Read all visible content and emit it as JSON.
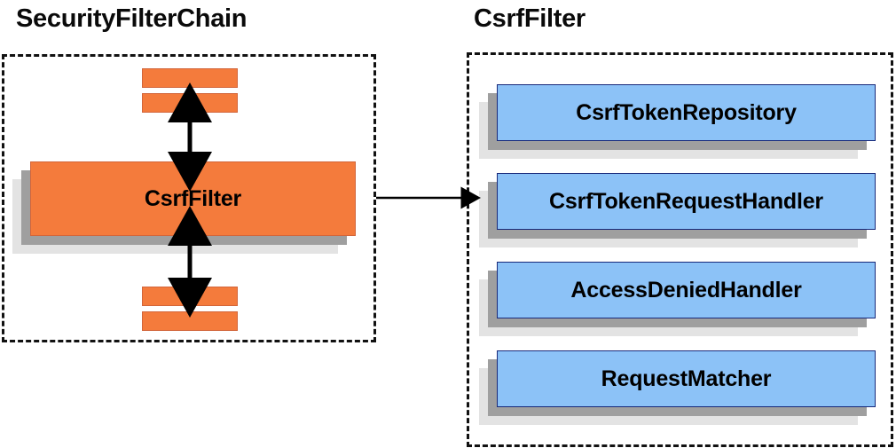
{
  "diagram": {
    "title_left": "SecurityFilterChain",
    "title_right": "CsrfFilter",
    "colors": {
      "filter_orange": "#F47B3C",
      "collaborator_blue": "#8CC2F7",
      "shadow_mid": "#9F9F9F",
      "shadow_back": "#E3E3E3",
      "panel_border": "#111111",
      "arrow": "#000000"
    }
  },
  "left_panel": {
    "label": "SecurityFilterChain",
    "main_filter": {
      "label": "CsrfFilter"
    },
    "filter_bars_above": [
      {
        "label": ""
      },
      {
        "label": ""
      }
    ],
    "filter_bars_below": [
      {
        "label": ""
      },
      {
        "label": ""
      }
    ],
    "connectors": [
      {
        "name": "double-arrow-above",
        "direction": "bidirectional"
      },
      {
        "name": "double-arrow-below",
        "direction": "bidirectional"
      }
    ]
  },
  "link": {
    "name": "expand-arrow",
    "direction": "left-to-right",
    "from": "CsrfFilter",
    "to": "CsrfFilter detail"
  },
  "right_panel": {
    "label": "CsrfFilter",
    "collaborators": [
      {
        "label": "CsrfTokenRepository"
      },
      {
        "label": "CsrfTokenRequestHandler"
      },
      {
        "label": "AccessDeniedHandler"
      },
      {
        "label": "RequestMatcher"
      }
    ]
  }
}
